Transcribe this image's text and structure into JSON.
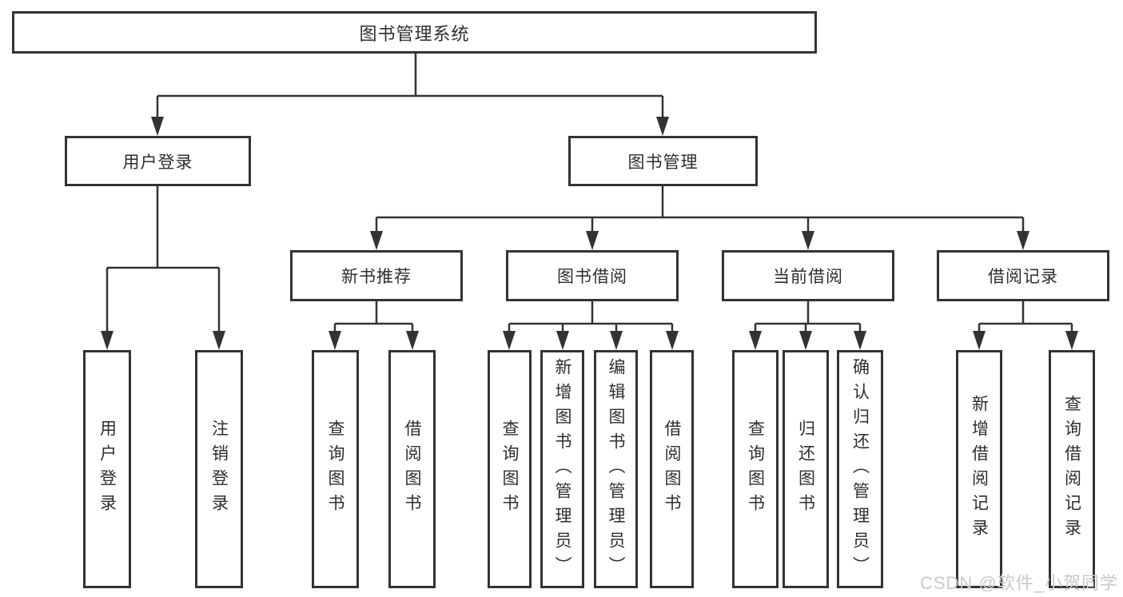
{
  "tree": {
    "root": {
      "label": "图书管理系统"
    },
    "children": [
      {
        "label": "用户登录",
        "children": [
          {
            "label": "用户登录"
          },
          {
            "label": "注销登录"
          }
        ]
      },
      {
        "label": "图书管理",
        "children": [
          {
            "label": "新书推荐",
            "children": [
              {
                "label": "查询图书"
              },
              {
                "label": "借阅图书"
              }
            ]
          },
          {
            "label": "图书借阅",
            "children": [
              {
                "label": "查询图书"
              },
              {
                "label": "新增图书（管理员）"
              },
              {
                "label": "编辑图书（管理员）"
              },
              {
                "label": "借阅图书"
              }
            ]
          },
          {
            "label": "当前借阅",
            "children": [
              {
                "label": "查询图书"
              },
              {
                "label": "归还图书"
              },
              {
                "label": "确认归还（管理员）"
              }
            ]
          },
          {
            "label": "借阅记录",
            "children": [
              {
                "label": "新增借阅记录"
              },
              {
                "label": "查询借阅记录"
              }
            ]
          }
        ]
      }
    ]
  },
  "watermark": {
    "text": "CSDN @软件_小贺同学"
  },
  "colors": {
    "line": "#333333",
    "box_border": "#333333",
    "text": "#2e2e2e",
    "watermark": "#c9c9c9",
    "background": "#ffffff"
  }
}
